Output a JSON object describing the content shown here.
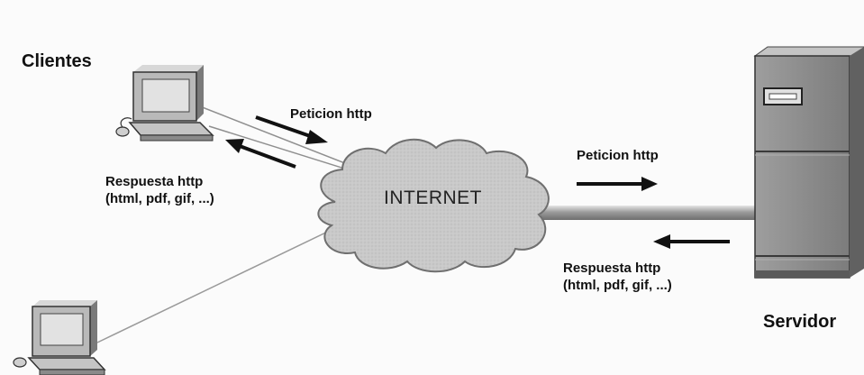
{
  "labels": {
    "clients": "Clientes",
    "server": "Servidor",
    "internet": "INTERNET",
    "client_request": "Peticion http",
    "client_response_line1": "Respuesta http",
    "client_response_line2": "(html, pdf, gif, ...)",
    "server_request": "Peticion http",
    "server_response_line1": "Respuesta http",
    "server_response_line2": "(html, pdf, gif, ...)"
  },
  "colors": {
    "cloud_fill": "#c8c8c8",
    "cloud_stroke": "#7a7a7a",
    "server_body": "#8d8d8d",
    "server_side": "#6a6a6a",
    "server_top": "#b5b5b5",
    "monitor_body": "#bcbcbc",
    "screen": "#e4e4e4",
    "arrow": "#111111",
    "link_line": "#9a9a9a"
  },
  "icons": [
    "client-computer-icon",
    "client-computer-icon",
    "server-tower-icon",
    "internet-cloud-icon",
    "arrow-right-icon",
    "arrow-left-icon"
  ]
}
